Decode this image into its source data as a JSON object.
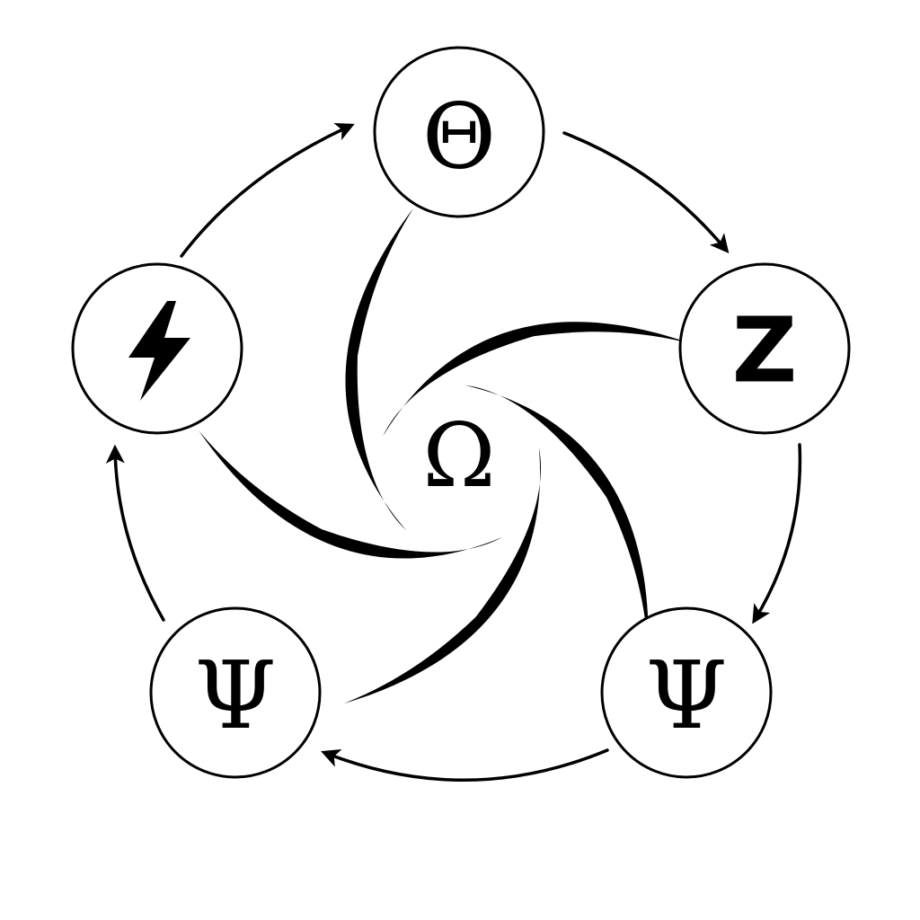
{
  "diagram": {
    "center_symbol": "Ω",
    "nodes": [
      {
        "id": "top",
        "symbol": "Θ",
        "icon": "theta-symbol"
      },
      {
        "id": "right",
        "symbol": "Z",
        "icon": "zeta-symbol"
      },
      {
        "id": "bottom-right",
        "symbol": "Ψ",
        "icon": "psi-symbol"
      },
      {
        "id": "bottom-left",
        "symbol": "Ψ",
        "icon": "psi-symbol"
      },
      {
        "id": "left",
        "symbol": "",
        "icon": "lightning-bolt-icon"
      }
    ],
    "cycle_direction": "clockwise",
    "colors": {
      "ink": "#000000",
      "background": "#ffffff"
    }
  }
}
